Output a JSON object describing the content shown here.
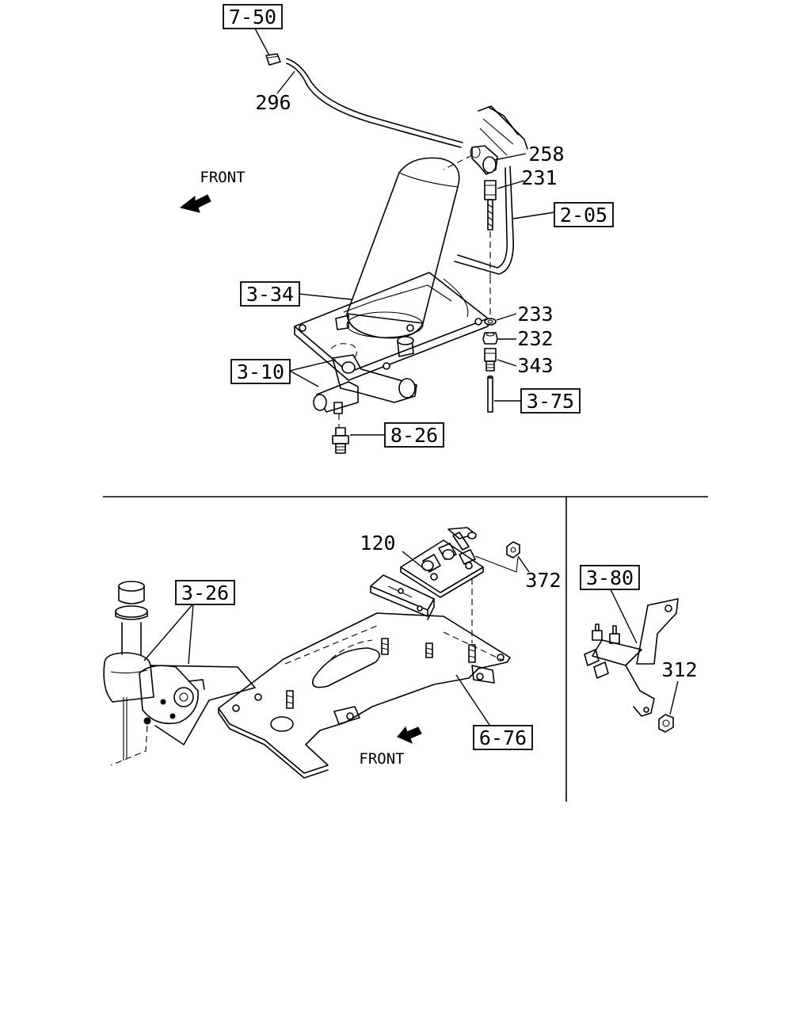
{
  "callouts": {
    "ref_7_50": "7-50",
    "num_296": "296",
    "num_258": "258",
    "num_231": "231",
    "ref_2_05": "2-05",
    "ref_3_34": "3-34",
    "num_233": "233",
    "num_232": "232",
    "ref_3_10": "3-10",
    "num_343": "343",
    "ref_3_75": "3-75",
    "ref_8_26": "8-26",
    "num_120": "120",
    "num_372": "372",
    "ref_3_26": "3-26",
    "ref_3_80": "3-80",
    "num_312": "312",
    "ref_6_76": "6-76"
  },
  "direction_labels": {
    "front_top": "FRONT",
    "front_bottom": "FRONT"
  }
}
